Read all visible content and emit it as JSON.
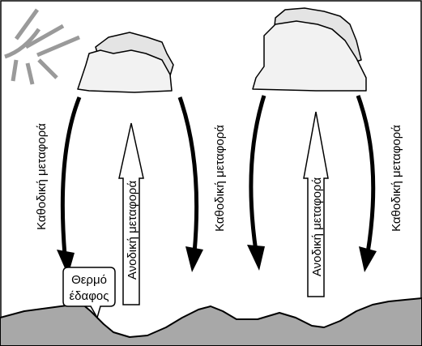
{
  "labels": {
    "downward": "Καθοδική μεταφορά",
    "upward": "Ανοδική μεταφορά",
    "ground_line1": "Θερμό",
    "ground_line2": "έδαφος"
  },
  "colors": {
    "frame": "#000000",
    "ground": "#a8a8a8",
    "cloud_back": "#e4e4e4",
    "cloud_front": "#f2f2f2",
    "sun_rays": "#9a9a9a",
    "arrow": "#000000",
    "arrow_hollow": "#ffffff"
  },
  "icons": {
    "sun": "sun-icon",
    "cloud": "cloud-icon"
  }
}
